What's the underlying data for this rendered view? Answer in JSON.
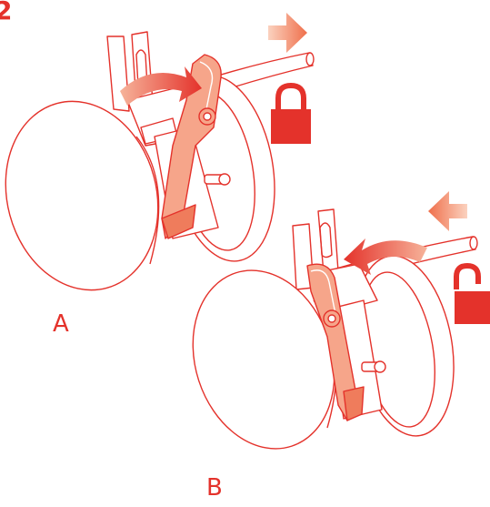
{
  "figure": {
    "step_number": "2",
    "panels": [
      {
        "label": "A",
        "state": "locked",
        "icon": "lock-closed-icon",
        "arrow": "arrow-right-icon"
      },
      {
        "label": "B",
        "state": "unlocked",
        "icon": "lock-open-icon",
        "arrow": "arrow-left-icon"
      }
    ]
  },
  "colors": {
    "accent": "#e4322b",
    "accent_light": "#f4a07f",
    "outline": "#e4322b",
    "fill": "#ffffff"
  }
}
